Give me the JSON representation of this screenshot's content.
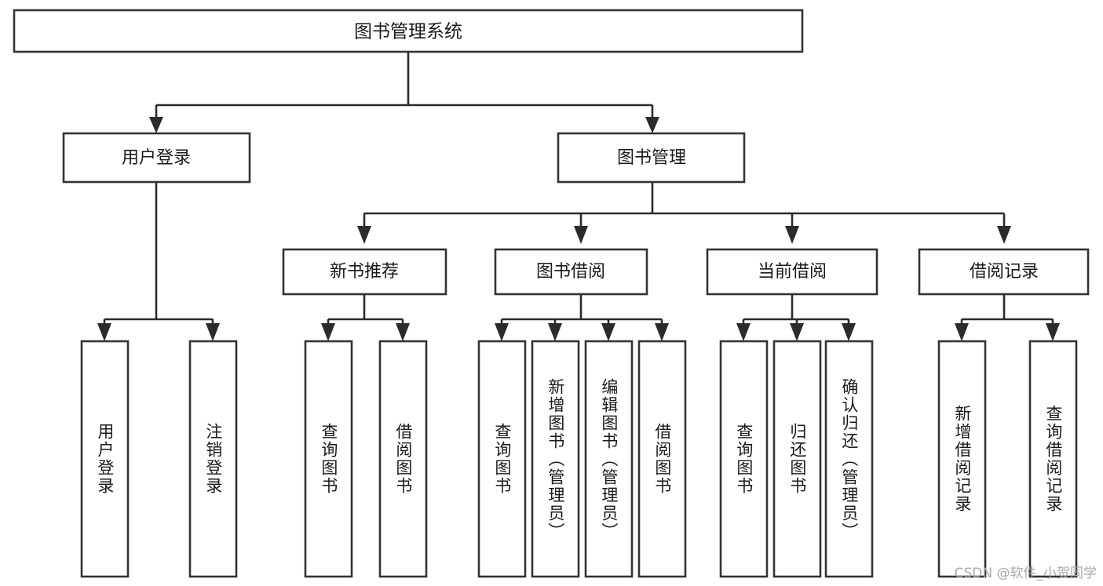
{
  "diagram": {
    "type": "tree-hierarchy-chart",
    "title": "图书管理系统",
    "orientation": "top-down",
    "box_fill": "#ffffff",
    "box_stroke": "#333333",
    "connector_color": "#2b2b2b",
    "text_color": "#1a1a1a"
  },
  "root": {
    "label": "图书管理系统"
  },
  "level2": [
    {
      "label": "用户登录"
    },
    {
      "label": "图书管理"
    }
  ],
  "level3": [
    {
      "label": "新书推荐"
    },
    {
      "label": "图书借阅"
    },
    {
      "label": "当前借阅"
    },
    {
      "label": "借阅记录"
    }
  ],
  "leaves": {
    "user_login": [
      {
        "label": "用户登录"
      },
      {
        "label": "注销登录"
      }
    ],
    "new_book_recommend": [
      {
        "label": "查询图书"
      },
      {
        "label": "借阅图书"
      }
    ],
    "book_borrow": [
      {
        "label": "查询图书"
      },
      {
        "label": "新增图书（管理员）"
      },
      {
        "label": "编辑图书（管理员）"
      },
      {
        "label": "借阅图书"
      }
    ],
    "current_borrow": [
      {
        "label": "查询图书"
      },
      {
        "label": "归还图书"
      },
      {
        "label": "确认归还（管理员）"
      }
    ],
    "borrow_record": [
      {
        "label": "新增借阅记录"
      },
      {
        "label": "查询借阅记录"
      }
    ]
  },
  "watermark": {
    "text": "CSDN @软件_小贺同学"
  }
}
